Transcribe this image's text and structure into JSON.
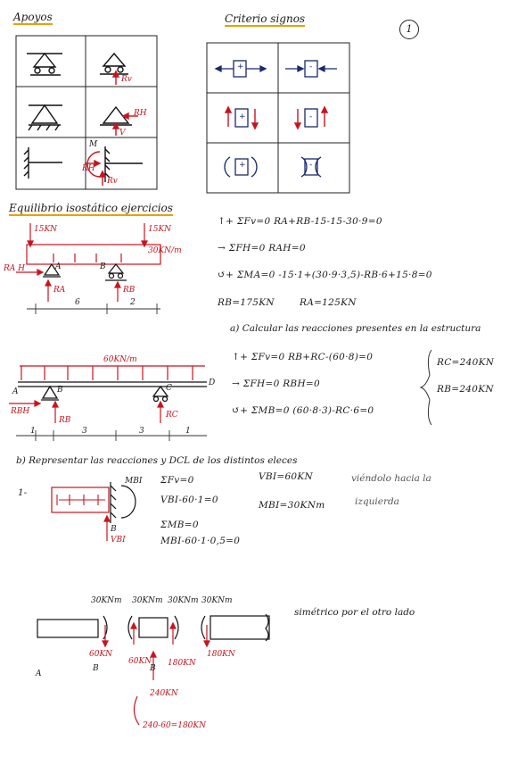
{
  "page_number": "1",
  "headings": {
    "supports": "Apoyos",
    "sign_criteria": "Criterio signos",
    "isostatic": "Equilibrio isostático ejercicios"
  },
  "supports_labels": {
    "rv1": "Rv",
    "rh": "RH",
    "v": "V",
    "m": "M",
    "rh2": "RH",
    "rv2": "Rv"
  },
  "sign_labels": {
    "plus1": "+",
    "minus1": "-",
    "plus2": "+",
    "minus2": "-",
    "plus3": "+",
    "minus3": "-"
  },
  "ex1": {
    "load_left": "15KN",
    "load_right": "15KN",
    "dist_load": "30KN/m",
    "ra_h": "RA H",
    "ra_v": "RA",
    "rb": "RB",
    "a": "A",
    "b": "B",
    "dim1": "6",
    "dim2": "2",
    "eq1": "↑+ ΣFv=0   RA+RB-15-15-30·9=0",
    "eq2": "→ ΣFH=0   RAH=0",
    "eq3": "↺+ ΣMA=0   -15·1+(30·9·3,5)-RB·6+15·8=0",
    "res1": "RB=175KN",
    "res2": "RA=125KN"
  },
  "ex2": {
    "title": "a) Calcular las reacciones presentes en la estructura",
    "dist_load": "60KN/m",
    "a": "A",
    "b": "B",
    "c": "C",
    "d": "D",
    "rbh": "RBH",
    "rb": "RB",
    "rc": "RC",
    "dim1": "1",
    "dim2": "3",
    "dim3": "3",
    "dim4": "1",
    "eq1": "↑+ ΣFv=0   RB+RC-(60·8)=0",
    "eq2": "→ ΣFH=0   RBH=0",
    "eq3": "↺+ ΣMB=0   (60·8·3)-RC·6=0",
    "res1": "RC=240KN",
    "res2": "RB=240KN"
  },
  "part_b": {
    "title": "b) Representar las reacciones y DCL de los distintos eleces",
    "item": "1-",
    "mbi": "MBI",
    "b": "B",
    "vbi": "VBI",
    "eq1": "ΣFv=0",
    "eq2": "VBI-60·1=0",
    "eq3": "ΣMB=0",
    "eq4": "MBI-60·1·0,5=0",
    "res1": "VBI=60KN",
    "res2": "MBI=30KNm",
    "note1": "viéndolo hacia la",
    "note2": "izquierda"
  },
  "dcl": {
    "m1": "30KNm",
    "m2": "30KNm",
    "m3": "30KNm",
    "m4": "30KNm",
    "v1": "60KN",
    "v2": "60KN",
    "v3": "180KN",
    "v4": "180KN",
    "a": "A",
    "b1": "B",
    "b2": "B",
    "total": "240KN",
    "calc": "240-60=180KN",
    "sym": "simétrico por el otro lado"
  }
}
